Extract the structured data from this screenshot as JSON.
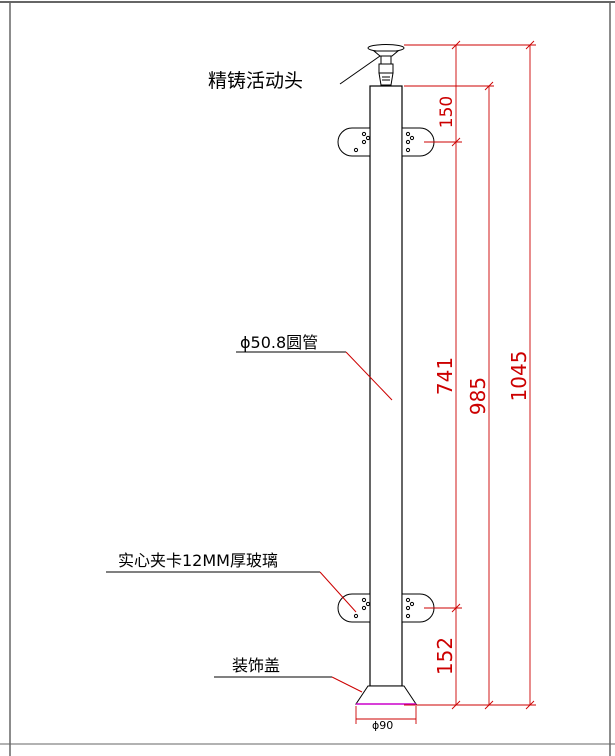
{
  "labels": {
    "head": "精铸活动头",
    "tube": "ϕ50.8圆管",
    "clamp": "实心夹卡12MM厚玻璃",
    "cover": "装饰盖",
    "base_dia": "ϕ90"
  },
  "dimensions": {
    "top_offset": "150",
    "height_741": "741",
    "height_985": "985",
    "height_1045": "1045",
    "bottom_152": "152"
  },
  "colors": {
    "line": "#000000",
    "dimension": "#cc0000",
    "cover_accent": "#cc00cc",
    "frame": "#666666"
  }
}
